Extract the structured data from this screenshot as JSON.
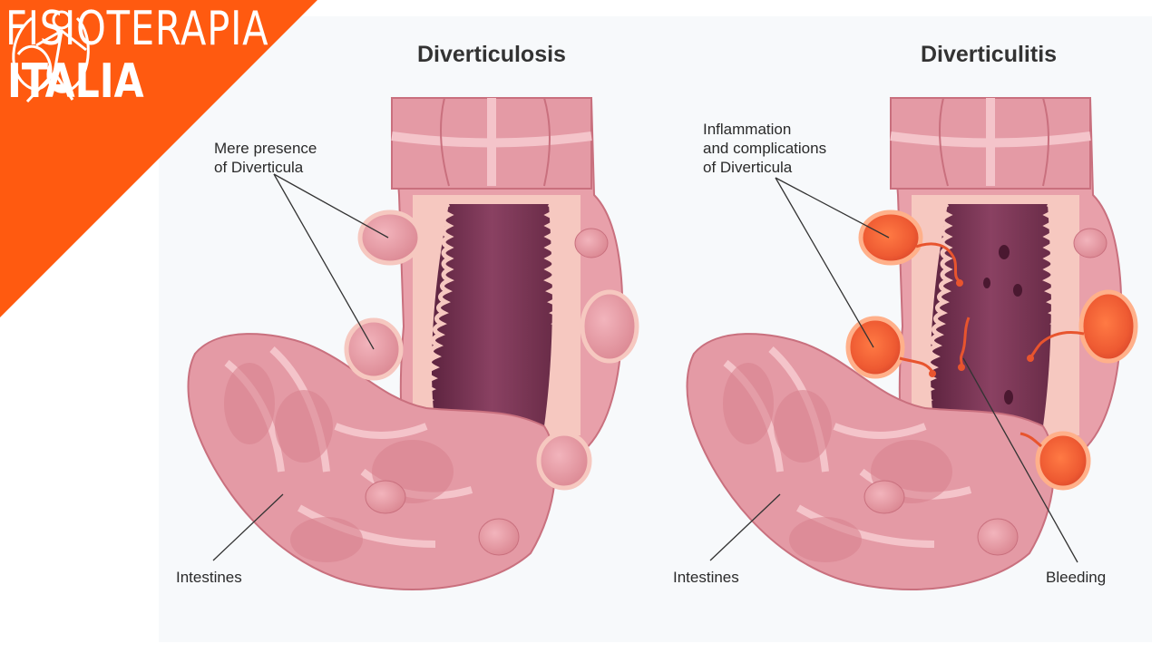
{
  "brand": {
    "line1": "FISIOTERAPIA",
    "line2": "ITALIA",
    "color": "#ff5a10",
    "logo_icon": "athlete-figure-icon"
  },
  "left_panel": {
    "title": "Diverticulosis",
    "callout_lines": [
      "Mere presence",
      "of Diverticula"
    ],
    "intestines_label": "Intestines"
  },
  "right_panel": {
    "title": "Diverticulitis",
    "callout_lines": [
      "Inflammation",
      "and complications",
      "of Diverticula"
    ],
    "intestines_label": "Intestines",
    "bleeding_label": "Bleeding"
  },
  "colors": {
    "wall": "#e49aa5",
    "wall_dark": "#c9707e",
    "lumen": "#7a3552",
    "lining": "#f6c8c0",
    "inflamed": "#ee5a32",
    "inflamed_glow": "#ffb08a"
  }
}
